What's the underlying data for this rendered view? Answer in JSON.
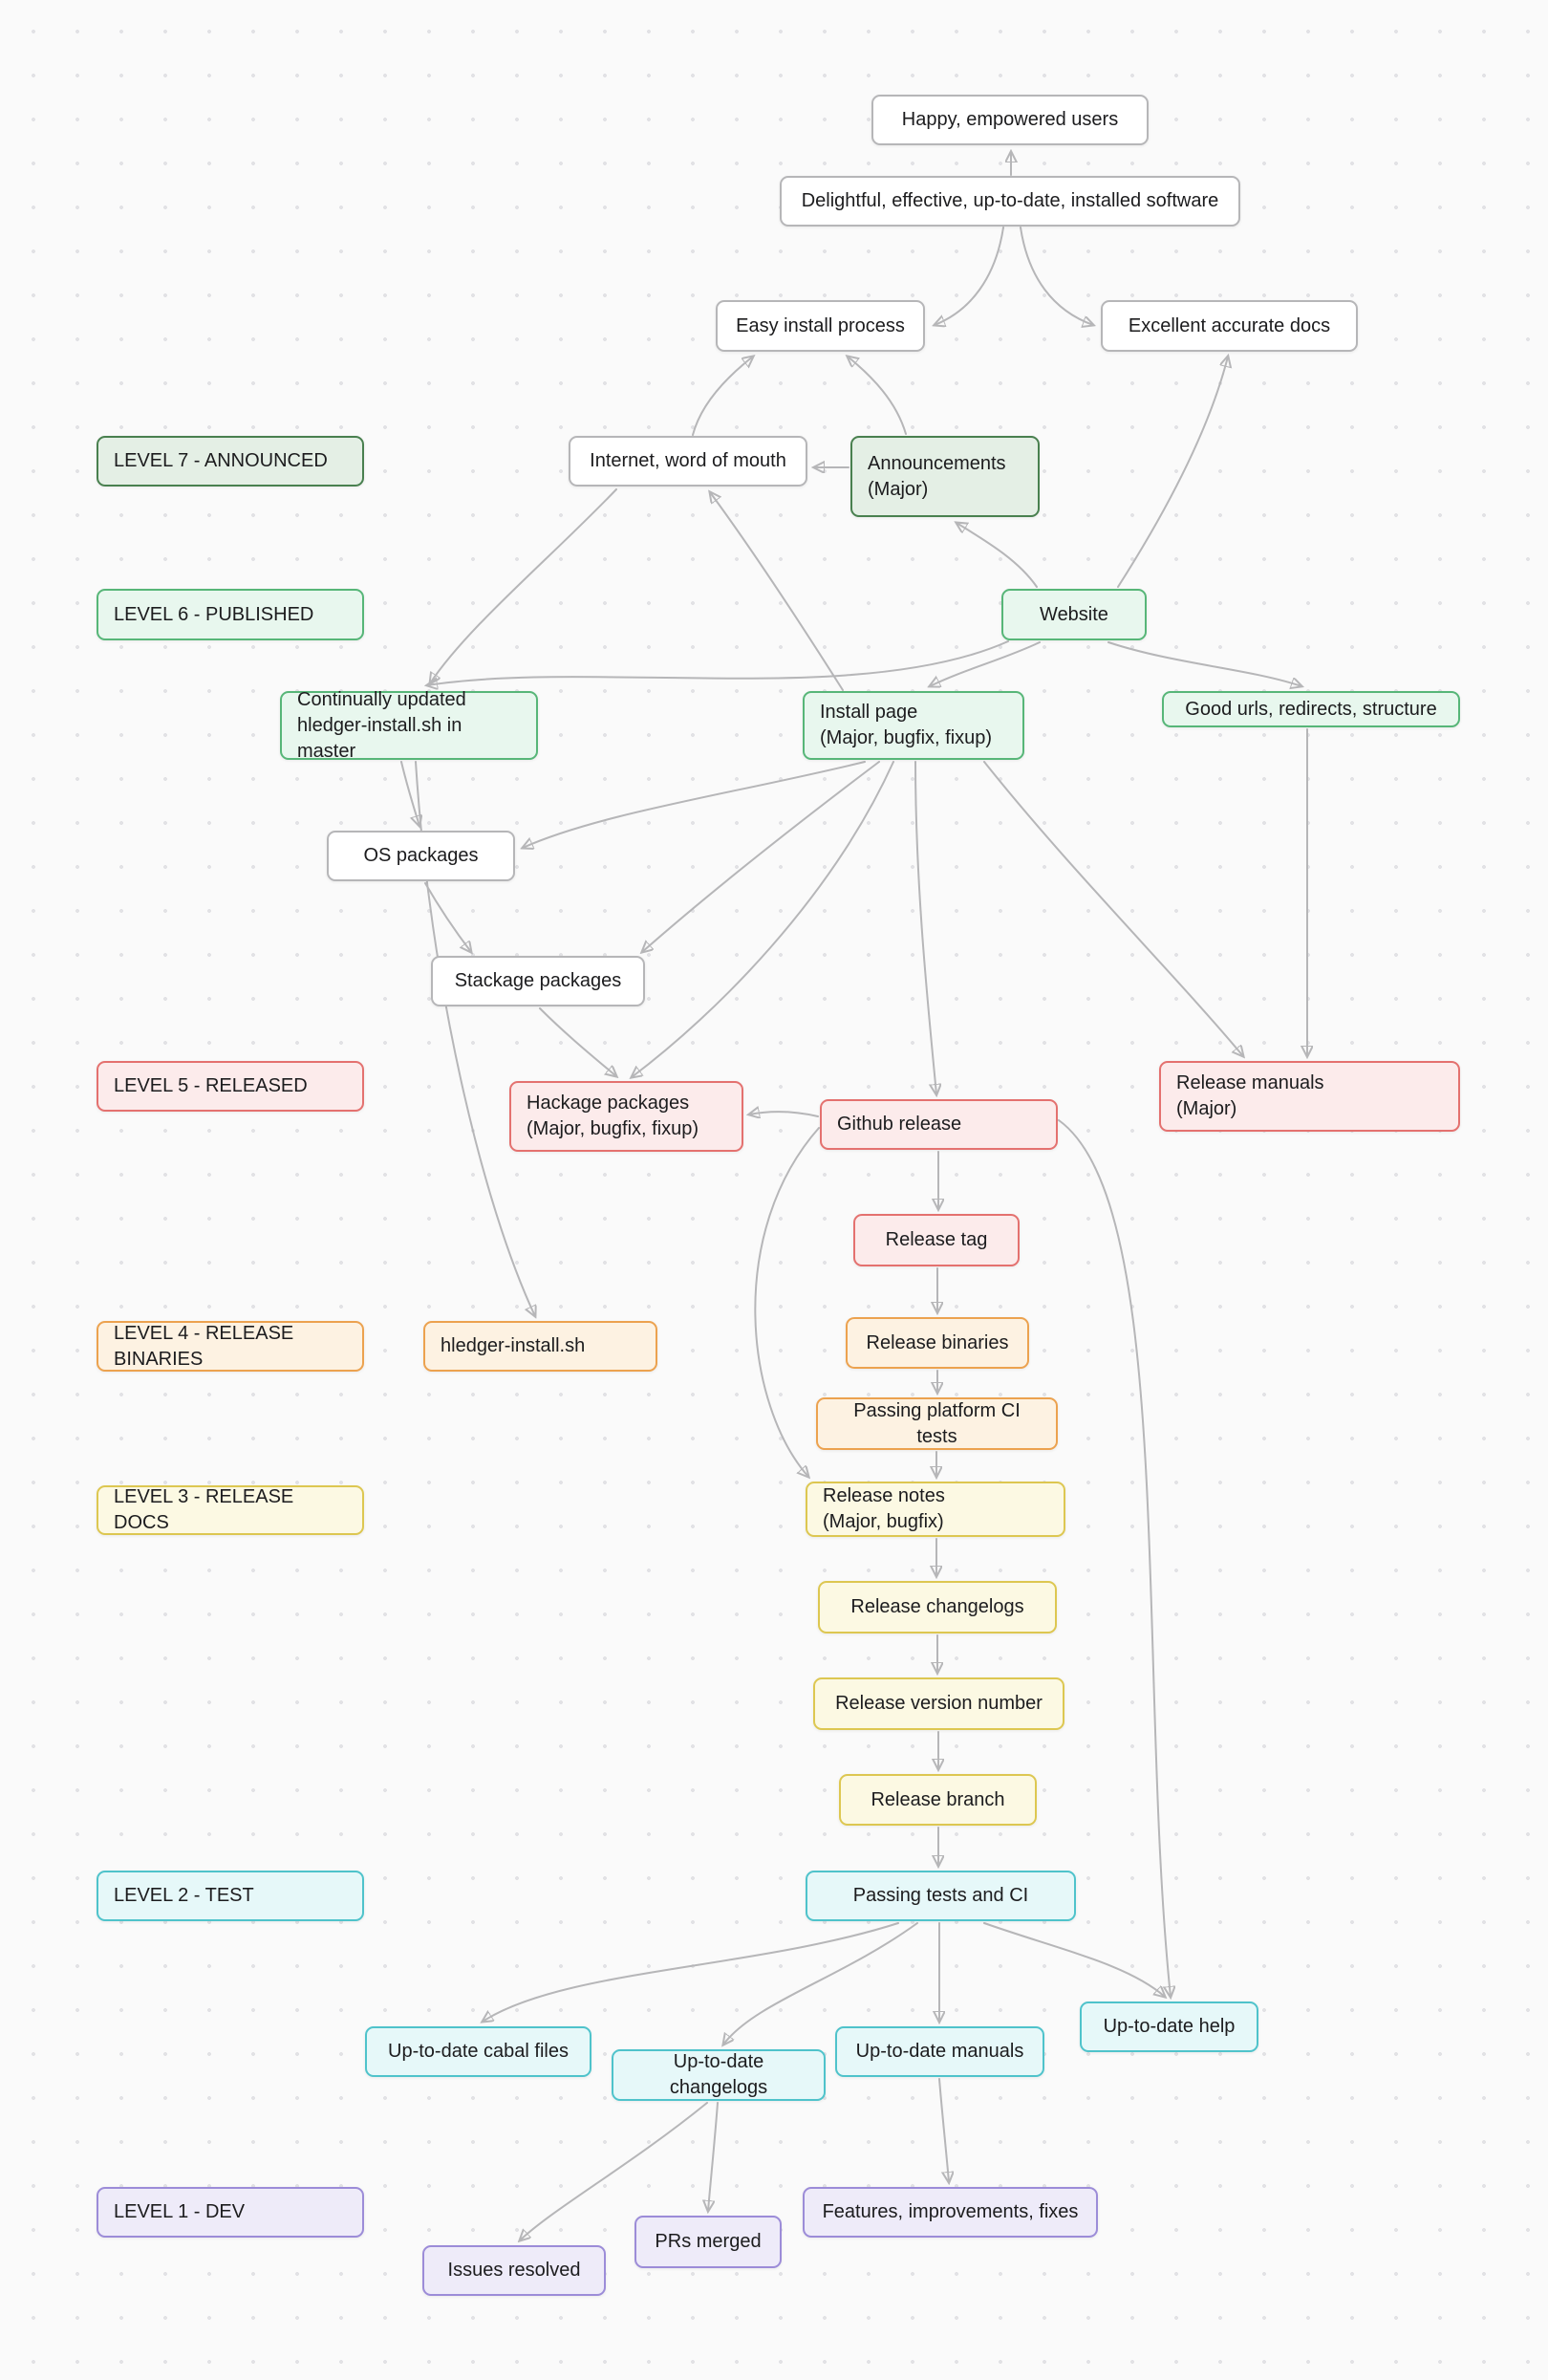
{
  "title": "hledger release process value stream diagram",
  "levels": {
    "l7": {
      "label": "LEVEL 7 - ANNOUNCED",
      "border": "#49804f",
      "fill": "#e4efe5"
    },
    "l6": {
      "label": "LEVEL 6 - PUBLISHED",
      "border": "#57b678",
      "fill": "#e8f7ee"
    },
    "l5": {
      "label": "LEVEL 5 - RELEASED",
      "border": "#e4716f",
      "fill": "#fcebeb"
    },
    "l4": {
      "label": "LEVEL 4 - RELEASE BINARIES",
      "border": "#eca24f",
      "fill": "#fdf2e2"
    },
    "l3": {
      "label": "LEVEL 3 - RELEASE DOCS",
      "border": "#ddc751",
      "fill": "#fcf9e3"
    },
    "l2": {
      "label": "LEVEL 2 - TEST",
      "border": "#4fc3cb",
      "fill": "#e6f8f9"
    },
    "l1": {
      "label": "LEVEL 1 - DEV",
      "border": "#9c8cd8",
      "fill": "#eeebf9"
    }
  },
  "nodes": {
    "happy": {
      "label": "Happy, empowered users"
    },
    "delightful": {
      "label": "Delightful, effective, up-to-date, installed software"
    },
    "easy_install": {
      "label": "Easy install process"
    },
    "excellent_docs": {
      "label": "Excellent accurate docs"
    },
    "internet": {
      "label": "Internet, word of mouth"
    },
    "announcements": {
      "label": "Announcements\n(Major)"
    },
    "website": {
      "label": "Website"
    },
    "continually_updated": {
      "label": "Continually updated\nhledger-install.sh in master"
    },
    "install_page": {
      "label": "Install page\n(Major, bugfix, fixup)"
    },
    "good_urls": {
      "label": "Good urls, redirects, structure"
    },
    "os_packages": {
      "label": "OS packages"
    },
    "stackage_packages": {
      "label": "Stackage packages"
    },
    "hackage_packages": {
      "label": "Hackage packages\n(Major, bugfix, fixup)"
    },
    "github_release": {
      "label": "Github release"
    },
    "release_manuals": {
      "label": "Release manuals\n(Major)"
    },
    "release_tag": {
      "label": "Release tag"
    },
    "hledger_install_sh": {
      "label": "hledger-install.sh"
    },
    "release_binaries": {
      "label": "Release binaries"
    },
    "passing_platform_ci": {
      "label": "Passing platform CI tests"
    },
    "release_notes": {
      "label": "Release notes\n(Major, bugfix)"
    },
    "release_changelogs": {
      "label": "Release changelogs"
    },
    "release_version_number": {
      "label": "Release version number"
    },
    "release_branch": {
      "label": "Release branch"
    },
    "passing_tests_ci": {
      "label": "Passing tests and CI"
    },
    "cabal_files": {
      "label": "Up-to-date cabal files"
    },
    "utd_changelogs": {
      "label": "Up-to-date changelogs"
    },
    "utd_manuals": {
      "label": "Up-to-date manuals"
    },
    "utd_help": {
      "label": "Up-to-date help"
    },
    "features": {
      "label": "Features, improvements, fixes"
    },
    "prs_merged": {
      "label": "PRs merged"
    },
    "issues_resolved": {
      "label": "Issues resolved"
    }
  },
  "edge_color": "#b6b6b8",
  "background": "#fafafa"
}
